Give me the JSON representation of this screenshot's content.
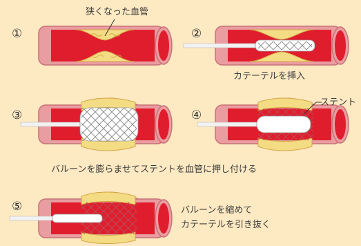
{
  "steps": [
    {
      "number": "①"
    },
    {
      "number": "②"
    },
    {
      "number": "③"
    },
    {
      "number": "④"
    },
    {
      "number": "⑤"
    }
  ],
  "labels": {
    "narrowed_vessel": "狭くなった血管",
    "insert_catheter": "カテーテルを挿入",
    "stent": "ステント",
    "inflate_balloon": "バルーンを膨らませてステントを血管に押し付ける",
    "deflate_balloon_line1": "バルーンを縮めて",
    "deflate_balloon_line2": "カテーテルを引き抜く"
  },
  "colors": {
    "background": "#fde9c2",
    "vessel_wall": "#e8a0a0",
    "vessel_outline": "#c7747a",
    "blood": "#e01d2d",
    "plaque": "#f4dc84",
    "plaque_line": "#d3a646",
    "balloon": "#ffffff",
    "stent_mesh": "#9a9a9a"
  }
}
